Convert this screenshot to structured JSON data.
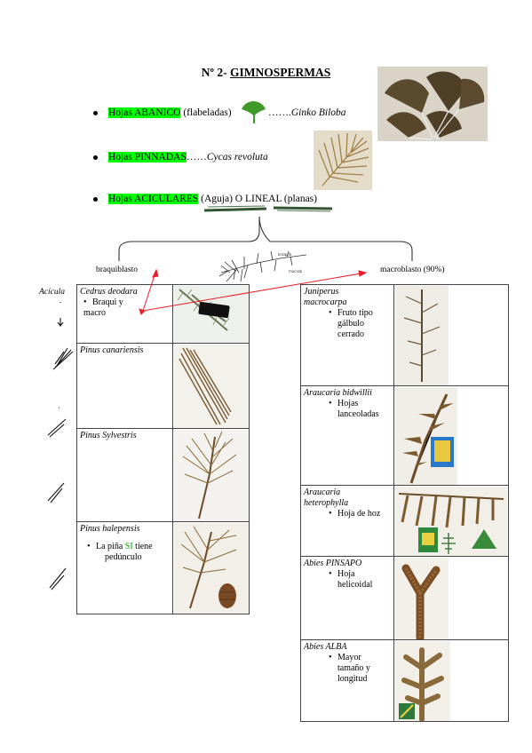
{
  "title_prefix": "Nº 2- ",
  "title_main": "GIMNOSPERMAS",
  "bullets": [
    {
      "hl": "Hojas ABANICO",
      "rest": " (flabeladas)",
      "dots": " …….",
      "species": "Ginko Biloba"
    },
    {
      "hl": "Hojas PINNADAS",
      "rest": "",
      "dots": "……",
      "species": "Cycas revoluta"
    },
    {
      "hl": "Hojas ACICULARES",
      "rest": " (Aguja) O LINEAL (planas)",
      "dots": "",
      "species": ""
    }
  ],
  "braquiblasto": "braquiblasto",
  "macroblasto": "macroblasto (90%)",
  "acicula": "Acícula",
  "left_table": [
    {
      "name": "Cedrus deodara",
      "sub": [
        "Braqui y",
        "macro"
      ]
    },
    {
      "name": "Pinus canariensis",
      "sub": []
    },
    {
      "name": "Pinus Sylvestris",
      "sub": []
    },
    {
      "name": "Pinus halepensis",
      "sub_pre": "La piña ",
      "sub_green": "SI",
      "sub_post": " tiene",
      "sub2": "pedúnculo"
    }
  ],
  "right_table": [
    {
      "name1": "Juniperus",
      "name2": "macrocarpa",
      "sub": [
        "Fruto tipo",
        "gálbulo",
        "cerrado"
      ]
    },
    {
      "name1": "Araucaria bidwillii",
      "name2": "",
      "sub": [
        "Hojas",
        "lanceoladas"
      ]
    },
    {
      "name1": "Araucaria",
      "name2": "heterophylla",
      "sub": [
        "Hoja de hoz"
      ]
    },
    {
      "name1": "Abies PINSAPO",
      "name2": "",
      "sub": [
        "Hoja",
        "helicoidal"
      ]
    },
    {
      "name1": "Abies ALBA",
      "name2": "",
      "sub": [
        "Mayor",
        "tamaño y",
        "longitud"
      ]
    }
  ],
  "colors": {
    "highlight": "#00ff00",
    "arrow": "#e8202a",
    "specimen": "#6b5538"
  }
}
